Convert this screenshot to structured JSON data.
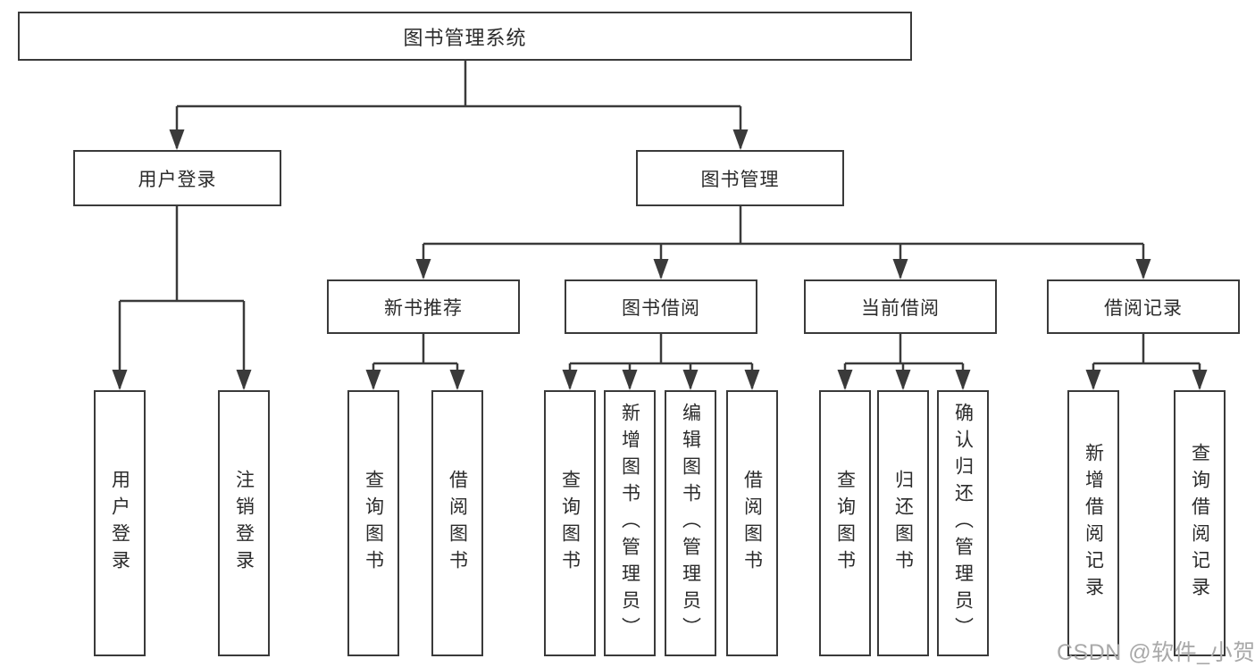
{
  "nodes": {
    "root": {
      "label": "图书管理系统"
    },
    "branches": [
      {
        "label": "用户登录",
        "children": [
          {
            "label": "用户登录"
          },
          {
            "label": "注销登录"
          }
        ]
      },
      {
        "label": "图书管理",
        "sections": [
          {
            "label": "新书推荐",
            "children": [
              {
                "label": "查询图书"
              },
              {
                "label": "借阅图书"
              }
            ]
          },
          {
            "label": "图书借阅",
            "children": [
              {
                "label": "查询图书"
              },
              {
                "label": "新增图书（管理员）"
              },
              {
                "label": "编辑图书（管理员）"
              },
              {
                "label": "借阅图书"
              }
            ]
          },
          {
            "label": "当前借阅",
            "children": [
              {
                "label": "查询图书"
              },
              {
                "label": "归还图书"
              },
              {
                "label": "确认归还（管理员）"
              }
            ]
          },
          {
            "label": "借阅记录",
            "children": [
              {
                "label": "新增借阅记录"
              },
              {
                "label": "查询借阅记录"
              }
            ]
          }
        ]
      }
    ]
  },
  "watermark": {
    "text": "CSDN @软件_小贺同学"
  },
  "colors": {
    "line": "#3a3a3a",
    "text": "#2b2b2b",
    "watermark": "#a9a9a9",
    "background": "#ffffff"
  }
}
